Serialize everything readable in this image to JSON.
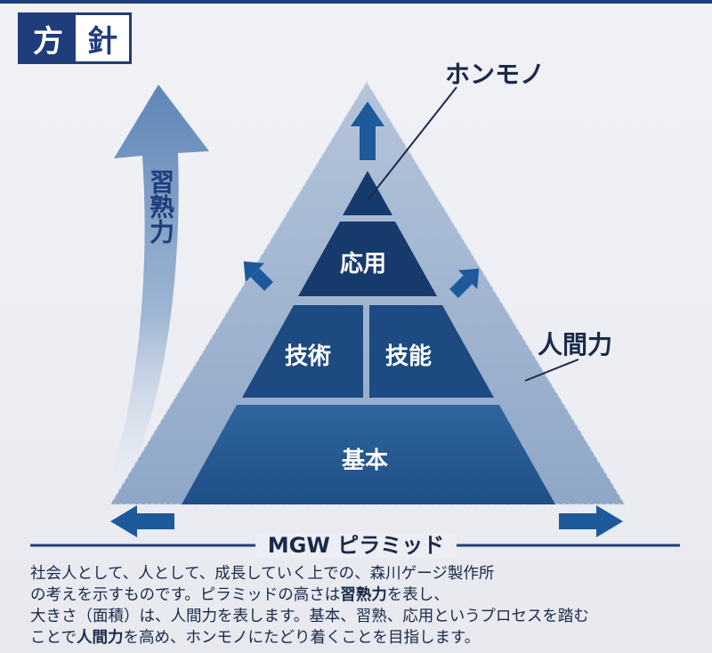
{
  "badge": {
    "left": "方",
    "right": "針"
  },
  "labels": {
    "honmono": "ホンモノ",
    "oyo": "応用",
    "gijutsu": "技術",
    "gino": "技能",
    "kihon": "基本",
    "ningenryoku": "人間力",
    "shujukuryoku": "習熟力"
  },
  "footer": {
    "title": "MGW ピラミッド",
    "description": [
      {
        "t": "社会人として、人として、成長していく上での、森川ゲージ製作所",
        "b": false
      },
      {
        "t": "の考えを示すものです。ピラミッドの高さは",
        "b": false
      },
      {
        "t": "習熟力",
        "b": true
      },
      {
        "t": "を表し、",
        "b": false
      },
      {
        "t": "大きさ（面積）は、人間力を表します。基本、習熟、応用というプロセスを踏む",
        "b": false
      },
      {
        "t": "ことで",
        "b": false
      },
      {
        "t": "人間力",
        "b": true
      },
      {
        "t": "を高め、ホンモノにたどり着くことを目指します。",
        "b": false
      }
    ]
  },
  "colors": {
    "navy": "#1f3d7a",
    "dark_tier": "#173a6d",
    "mid_tier": "#2a5a93",
    "light_triangle": "#9fb4cf"
  }
}
